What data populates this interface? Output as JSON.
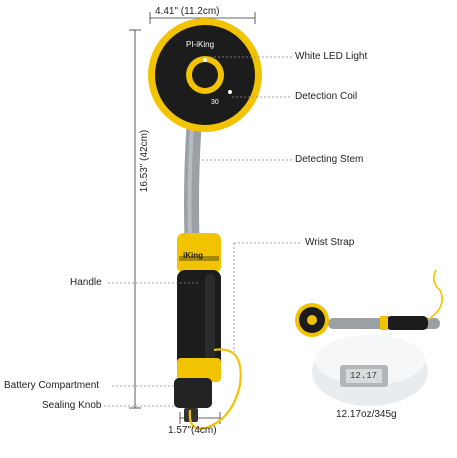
{
  "dimensions": {
    "width_label": "4.41\"  (11.2cm)",
    "height_label": "16.53\" (42cm)",
    "bottom_label": "1.57\"(4cm)"
  },
  "callouts": {
    "white_led_light": "White LED Light",
    "detection_coil": "Detection Coil",
    "detecting_stem": "Detecting Stem",
    "wrist_strap": "Wrist Strap",
    "handle": "Handle",
    "battery_compartment": "Battery Compartment",
    "sealing_knob": "Sealing Knob"
  },
  "product": {
    "brand": "PI-iKing",
    "brand_handle": "iKing",
    "coil_small_text": "30"
  },
  "scale": {
    "weight_label": "12.17oz/345g",
    "display_value": "12.17"
  },
  "colors": {
    "yellow": "#f2c300",
    "black": "#1c1c1c",
    "stem_gray": "#9aa0a4",
    "dash_line": "#8a8a8a"
  }
}
